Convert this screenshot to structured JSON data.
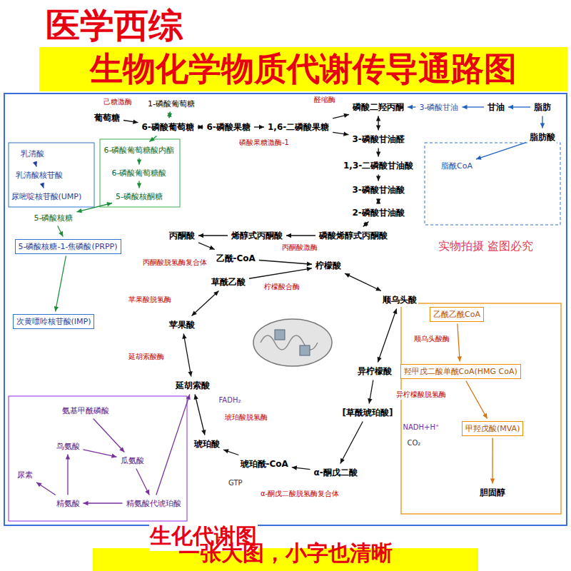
{
  "diagram": {
    "title": "生物化学物质代谢传导通路图",
    "caption": "生化代谢图",
    "nodes": [
      {
        "text": [
          "葡萄糖"
        ]
      },
      {
        "text": [
          "6-磷酸葡萄糖"
        ]
      },
      {
        "text": [
          "6-磷酸果糖"
        ]
      },
      {
        "text": [
          "1,6-二磷酸果糖"
        ]
      },
      {
        "text": [
          "磷酸二羟丙酮"
        ]
      },
      {
        "text": [
          "3-磷酸甘油醛"
        ]
      },
      {
        "text": [
          "1,3-二磷酸甘油酸"
        ]
      },
      {
        "text": [
          "3-磷酸甘油酸"
        ]
      },
      {
        "text": [
          "2-磷酸甘油酸"
        ]
      },
      {
        "text": [
          "磷酸烯醇式丙酮酸"
        ]
      },
      {
        "text": [
          "烯醇式丙酮酸"
        ]
      },
      {
        "text": [
          "丙酮酸"
        ]
      },
      {
        "text": [
          "乙酰-CoA"
        ]
      },
      {
        "text": [
          "草酰乙酸"
        ]
      },
      {
        "text": [
          "柠檬酸"
        ]
      },
      {
        "text": [
          "顺乌头酸"
        ]
      },
      {
        "text": [
          "异柠檬酸"
        ]
      },
      {
        "text": [
          "[草酰琥珀酸]"
        ]
      },
      {
        "text": [
          "α-酮戊二酸"
        ]
      },
      {
        "text": [
          "琥珀酰-CoA"
        ]
      },
      {
        "text": [
          "琥珀酸"
        ]
      },
      {
        "text": [
          "延胡索酸"
        ]
      },
      {
        "text": [
          "苹果酸"
        ]
      },
      {
        "text": [
          "3-磷酸甘油"
        ]
      },
      {
        "text": [
          "甘油"
        ]
      },
      {
        "text": [
          "脂肪"
        ]
      },
      {
        "text": [
          "脂肪酸"
        ]
      },
      {
        "text": [
          "脂酰CoA"
        ]
      },
      {
        "text": [
          "1-磷酸葡萄糖"
        ]
      },
      {
        "text": [
          "6-磷酸葡萄糖酸内酯"
        ]
      },
      {
        "text": [
          "6-磷酸葡萄糖酸"
        ]
      },
      {
        "text": [
          "5-磷酸核酮糖"
        ]
      },
      {
        "text": [
          "5-磷酸核糖"
        ]
      },
      {
        "text": [
          "5-磷酸核糖-1-焦磷酸(PRPP)"
        ]
      },
      {
        "text": [
          "次黄嘌呤核苷酸(IMP)"
        ]
      },
      {
        "text": [
          "乳清酸"
        ]
      },
      {
        "text": [
          "乳清酸核苷酸"
        ]
      },
      {
        "text": [
          "尿嘧啶核苷酸(UMP)"
        ]
      },
      {
        "text": [
          "氨基甲酰磷酸"
        ]
      },
      {
        "text": [
          "鸟氨酸"
        ]
      },
      {
        "text": [
          "瓜氨酸"
        ]
      },
      {
        "text": [
          "精氨酸代琥珀酸"
        ]
      },
      {
        "text": [
          "精氨酸"
        ]
      },
      {
        "text": [
          "尿素"
        ]
      },
      {
        "text": [
          "乙酰乙酰CoA"
        ]
      },
      {
        "text": [
          "羟甲戊二酸单酰CoA(HMG CoA)"
        ]
      },
      {
        "text": [
          "甲羟戊酸(MVA)"
        ]
      },
      {
        "text": [
          "胆固醇"
        ]
      }
    ],
    "edges": [
      {
        "from": 0,
        "to": 1,
        "arrow": "to"
      },
      {
        "from": 1,
        "to": 2,
        "arrow": "both"
      },
      {
        "from": 2,
        "to": 3,
        "arrow": "to"
      },
      {
        "from": 3,
        "to": 4,
        "arrow": "to"
      },
      {
        "from": 3,
        "to": 5,
        "arrow": "to"
      },
      {
        "from": 4,
        "to": 5,
        "arrow": "both"
      },
      {
        "from": 5,
        "to": 6,
        "arrow": "to"
      },
      {
        "from": 6,
        "to": 7,
        "arrow": "to"
      },
      {
        "from": 7,
        "to": 8,
        "arrow": "both"
      },
      {
        "from": 8,
        "to": 9,
        "arrow": "both"
      },
      {
        "from": 9,
        "to": 10,
        "arrow": "to"
      },
      {
        "from": 10,
        "to": 11,
        "arrow": "to"
      },
      {
        "from": 11,
        "to": 12,
        "arrow": "to"
      },
      {
        "from": 12,
        "to": 14,
        "arrow": "to"
      },
      {
        "from": 13,
        "to": 14,
        "arrow": "to"
      },
      {
        "from": 14,
        "to": 15,
        "arrow": "both"
      },
      {
        "from": 15,
        "to": 16,
        "arrow": "both"
      },
      {
        "from": 16,
        "to": 17,
        "arrow": "to"
      },
      {
        "from": 17,
        "to": 18,
        "arrow": "to"
      },
      {
        "from": 18,
        "to": 19,
        "arrow": "to"
      },
      {
        "from": 19,
        "to": 20,
        "arrow": "to"
      },
      {
        "from": 20,
        "to": 21,
        "arrow": "both"
      },
      {
        "from": 21,
        "to": 22,
        "arrow": "both"
      },
      {
        "from": 22,
        "to": 13,
        "arrow": "both"
      },
      {
        "from": 25,
        "to": 24,
        "arrow": "to"
      },
      {
        "from": 25,
        "to": 26,
        "arrow": "to"
      },
      {
        "from": 24,
        "to": 23,
        "arrow": "to"
      },
      {
        "from": 23,
        "to": 4,
        "arrow": "to"
      },
      {
        "from": 26,
        "to": 27,
        "arrow": "to"
      },
      {
        "from": 1,
        "to": 28,
        "arrow": "both"
      },
      {
        "from": 1,
        "to": 29,
        "arrow": "to"
      },
      {
        "from": 29,
        "to": 30,
        "arrow": "to"
      },
      {
        "from": 30,
        "to": 31,
        "arrow": "to"
      },
      {
        "from": 31,
        "to": 32,
        "arrow": "both"
      },
      {
        "from": 32,
        "to": 33,
        "arrow": "to"
      },
      {
        "from": 33,
        "to": 34,
        "arrow": "to"
      },
      {
        "from": 35,
        "to": 36,
        "arrow": "to"
      },
      {
        "from": 36,
        "to": 37,
        "arrow": "to"
      },
      {
        "from": 38,
        "to": 40,
        "arrow": "to"
      },
      {
        "from": 39,
        "to": 40,
        "arrow": "to"
      },
      {
        "from": 40,
        "to": 41,
        "arrow": "to"
      },
      {
        "from": 41,
        "to": 42,
        "arrow": "to"
      },
      {
        "from": 42,
        "to": 39,
        "arrow": "to"
      },
      {
        "from": 42,
        "to": 43,
        "arrow": "to"
      },
      {
        "from": 41,
        "to": 21,
        "arrow": "to"
      },
      {
        "from": 44,
        "to": 45,
        "arrow": "to"
      },
      {
        "from": 45,
        "to": 46,
        "arrow": "to"
      },
      {
        "from": 46,
        "to": 47,
        "arrow": "to"
      }
    ],
    "labels": [
      "医学西综",
      "一张大图，小字也清晰",
      "实物拍摄 盗图必究",
      "己糖激酶",
      "磷酸果糖激酶-1",
      "醛缩酶",
      "丙酮酸激酶",
      "丙酮酸脱氢酶复合体",
      "柠檬酸合酶",
      "顺乌头酸酶",
      "异柠檬酸脱氢酶",
      "α-酮戊二酸脱氢酶复合体",
      "琥珀酸脱氢酶",
      "延胡索酸酶",
      "苹果酸脱氢酶",
      "NADH+H⁺",
      "CO₂",
      "GTP",
      "FADH₂"
    ]
  }
}
